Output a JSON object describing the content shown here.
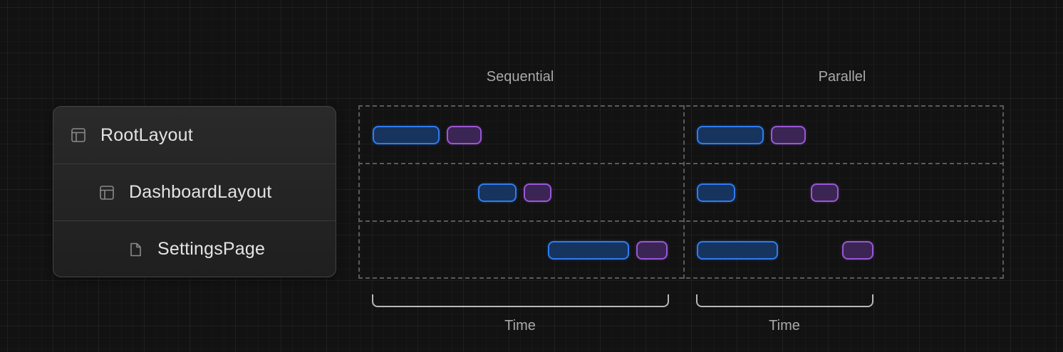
{
  "tree": {
    "items": [
      {
        "label": "RootLayout",
        "icon": "layout-icon"
      },
      {
        "label": "DashboardLayout",
        "icon": "layout-icon"
      },
      {
        "label": "SettingsPage",
        "icon": "file-icon"
      }
    ]
  },
  "columns": {
    "sequential": {
      "title": "Sequential",
      "bracket_label": "Time"
    },
    "parallel": {
      "title": "Parallel",
      "bracket_label": "Time"
    }
  },
  "colors": {
    "blue_pill": "#2f7cf0",
    "purple_pill": "#9a57d6",
    "dashed_grid": "#5a5a5a"
  }
}
